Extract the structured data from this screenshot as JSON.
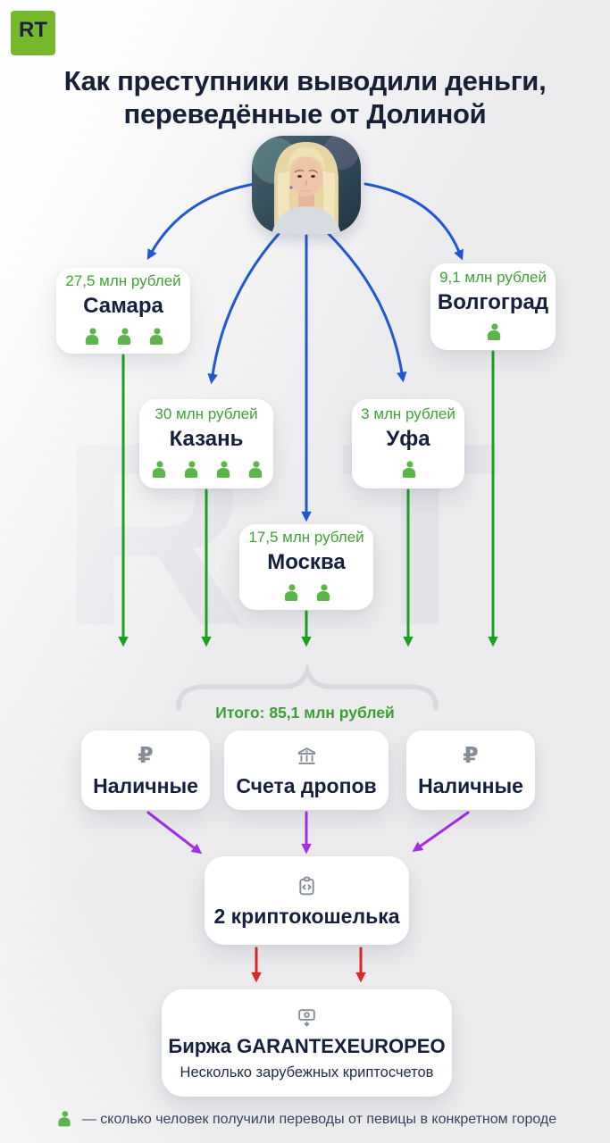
{
  "logo": {
    "text": "RT"
  },
  "title": {
    "line1": "Как преступники выводили деньги,",
    "line2": "переведённые от Долиной"
  },
  "cities": [
    {
      "name": "Самара",
      "amount": "27,5 млн рублей",
      "people": 3
    },
    {
      "name": "Казань",
      "amount": "30 млн рублей",
      "people": 4
    },
    {
      "name": "Москва",
      "amount": "17,5 млн рублей",
      "people": 2
    },
    {
      "name": "Уфа",
      "amount": "3 млн рублей",
      "people": 1
    },
    {
      "name": "Волгоград",
      "amount": "9,1 млн рублей",
      "people": 1
    }
  ],
  "total": {
    "label": "Итого: 85,1 млн рублей"
  },
  "channels": [
    {
      "label": "Наличные",
      "icon": "ruble-icon"
    },
    {
      "label": "Счета дропов",
      "icon": "bank-icon"
    },
    {
      "label": "Наличные",
      "icon": "ruble-icon"
    }
  ],
  "crypto": {
    "label": "2 криптокошелька"
  },
  "exchange": {
    "title": "Биржа GARANTEXEUROPEO",
    "subtitle": "Несколько зарубежных криптосчетов"
  },
  "legend": {
    "text": "— сколько человек получили переводы от певицы в конкретном городе"
  },
  "icons": {
    "ruble": "₽"
  },
  "watermark": {
    "text": "RT"
  },
  "colors": {
    "background": "#ececee",
    "brand_green": "#76b82c",
    "money_green": "#3fa236",
    "person_green": "#5cb548",
    "arrow_green": "#16a41d",
    "arrow_blue": "#2057d2",
    "arrow_purple": "#a32ee8",
    "arrow_red": "#e0262c",
    "navy_text": "#15203c",
    "icon_gray": "#878d97",
    "brace_gray": "#d9dade"
  }
}
